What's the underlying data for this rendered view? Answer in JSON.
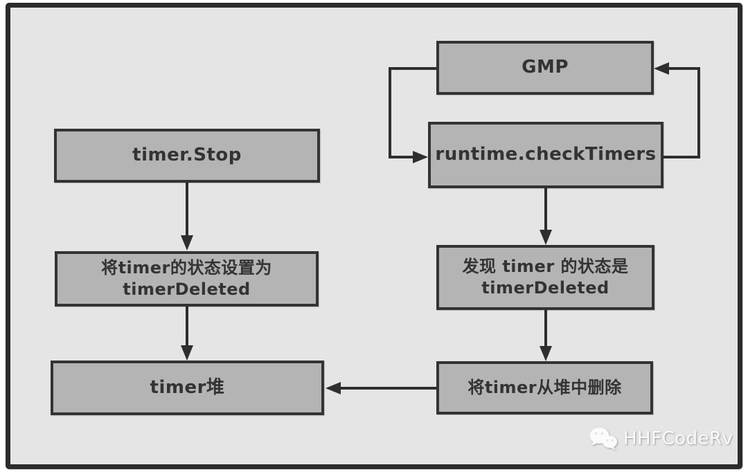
{
  "diagram": {
    "description": "Go timer deletion flowchart",
    "nodes": {
      "timer_stop": {
        "label": "timer.Stop"
      },
      "set_timer_deleted": {
        "lines": [
          "将timer的状态设置为",
          "timerDeleted"
        ]
      },
      "timer_heap": {
        "label": "timer堆"
      },
      "gmp": {
        "label": "GMP"
      },
      "runtime_check_timers": {
        "label": "runtime.checkTimers"
      },
      "found_timer_deleted": {
        "lines": [
          "发现 timer 的状态是",
          "timerDeleted"
        ]
      },
      "remove_from_heap": {
        "label": "将timer从堆中删除"
      }
    },
    "edges": [
      {
        "from": "timer_stop",
        "to": "set_timer_deleted"
      },
      {
        "from": "set_timer_deleted",
        "to": "timer_heap"
      },
      {
        "from": "gmp",
        "to": "runtime_check_timers"
      },
      {
        "from": "runtime_check_timers",
        "to": "gmp"
      },
      {
        "from": "runtime_check_timers",
        "to": "found_timer_deleted"
      },
      {
        "from": "found_timer_deleted",
        "to": "remove_from_heap"
      },
      {
        "from": "remove_from_heap",
        "to": "timer_heap"
      }
    ],
    "colors": {
      "canvas_background": "#e5e5e5",
      "outer_background": "#ffffff",
      "frame_border": "#2c2c2c",
      "node_fill": "#b4b4b4",
      "node_border": "#333333",
      "text": "#333333",
      "arrow": "#2e2e2e",
      "watermark_text": "#fbfbfb"
    }
  },
  "watermark": {
    "icon": "wechat-icon",
    "label": "HHFCodeRv"
  }
}
